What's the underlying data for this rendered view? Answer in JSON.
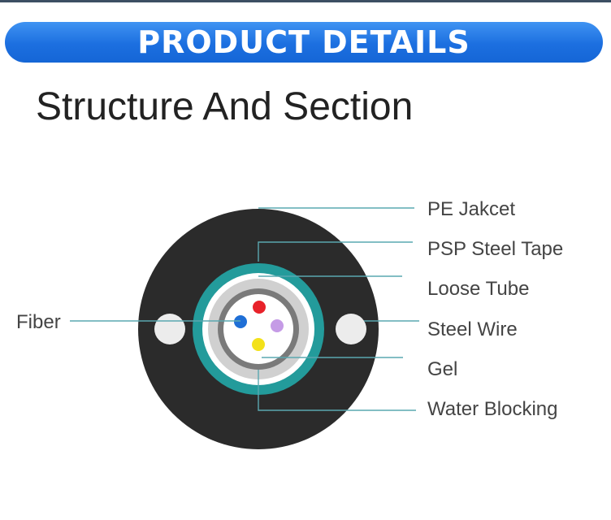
{
  "banner": {
    "title": "PRODUCT DETAILS"
  },
  "section": {
    "title": "Structure And Section"
  },
  "diagram": {
    "labels": {
      "pe_jacket": "PE Jakcet",
      "psp_steel_tape": "PSP Steel Tape",
      "loose_tube": "Loose Tube",
      "steel_wire": "Steel Wire",
      "gel": "Gel",
      "water_blocking": "Water Blocking",
      "fiber": "Fiber"
    },
    "colors": {
      "banner": "#1c6fe0",
      "jacket": "#2b2b2b",
      "steel_tape": "#239b9b",
      "water_blocking": "#d0d0d0",
      "loose_tube": "#7a7a7a",
      "gel": "#ffffff",
      "leader_line": "#5aa8b0",
      "fiber_red": "#e8222a",
      "fiber_blue": "#1f6fd6",
      "fiber_purple": "#c59be6",
      "fiber_yellow": "#f3e11a"
    }
  }
}
